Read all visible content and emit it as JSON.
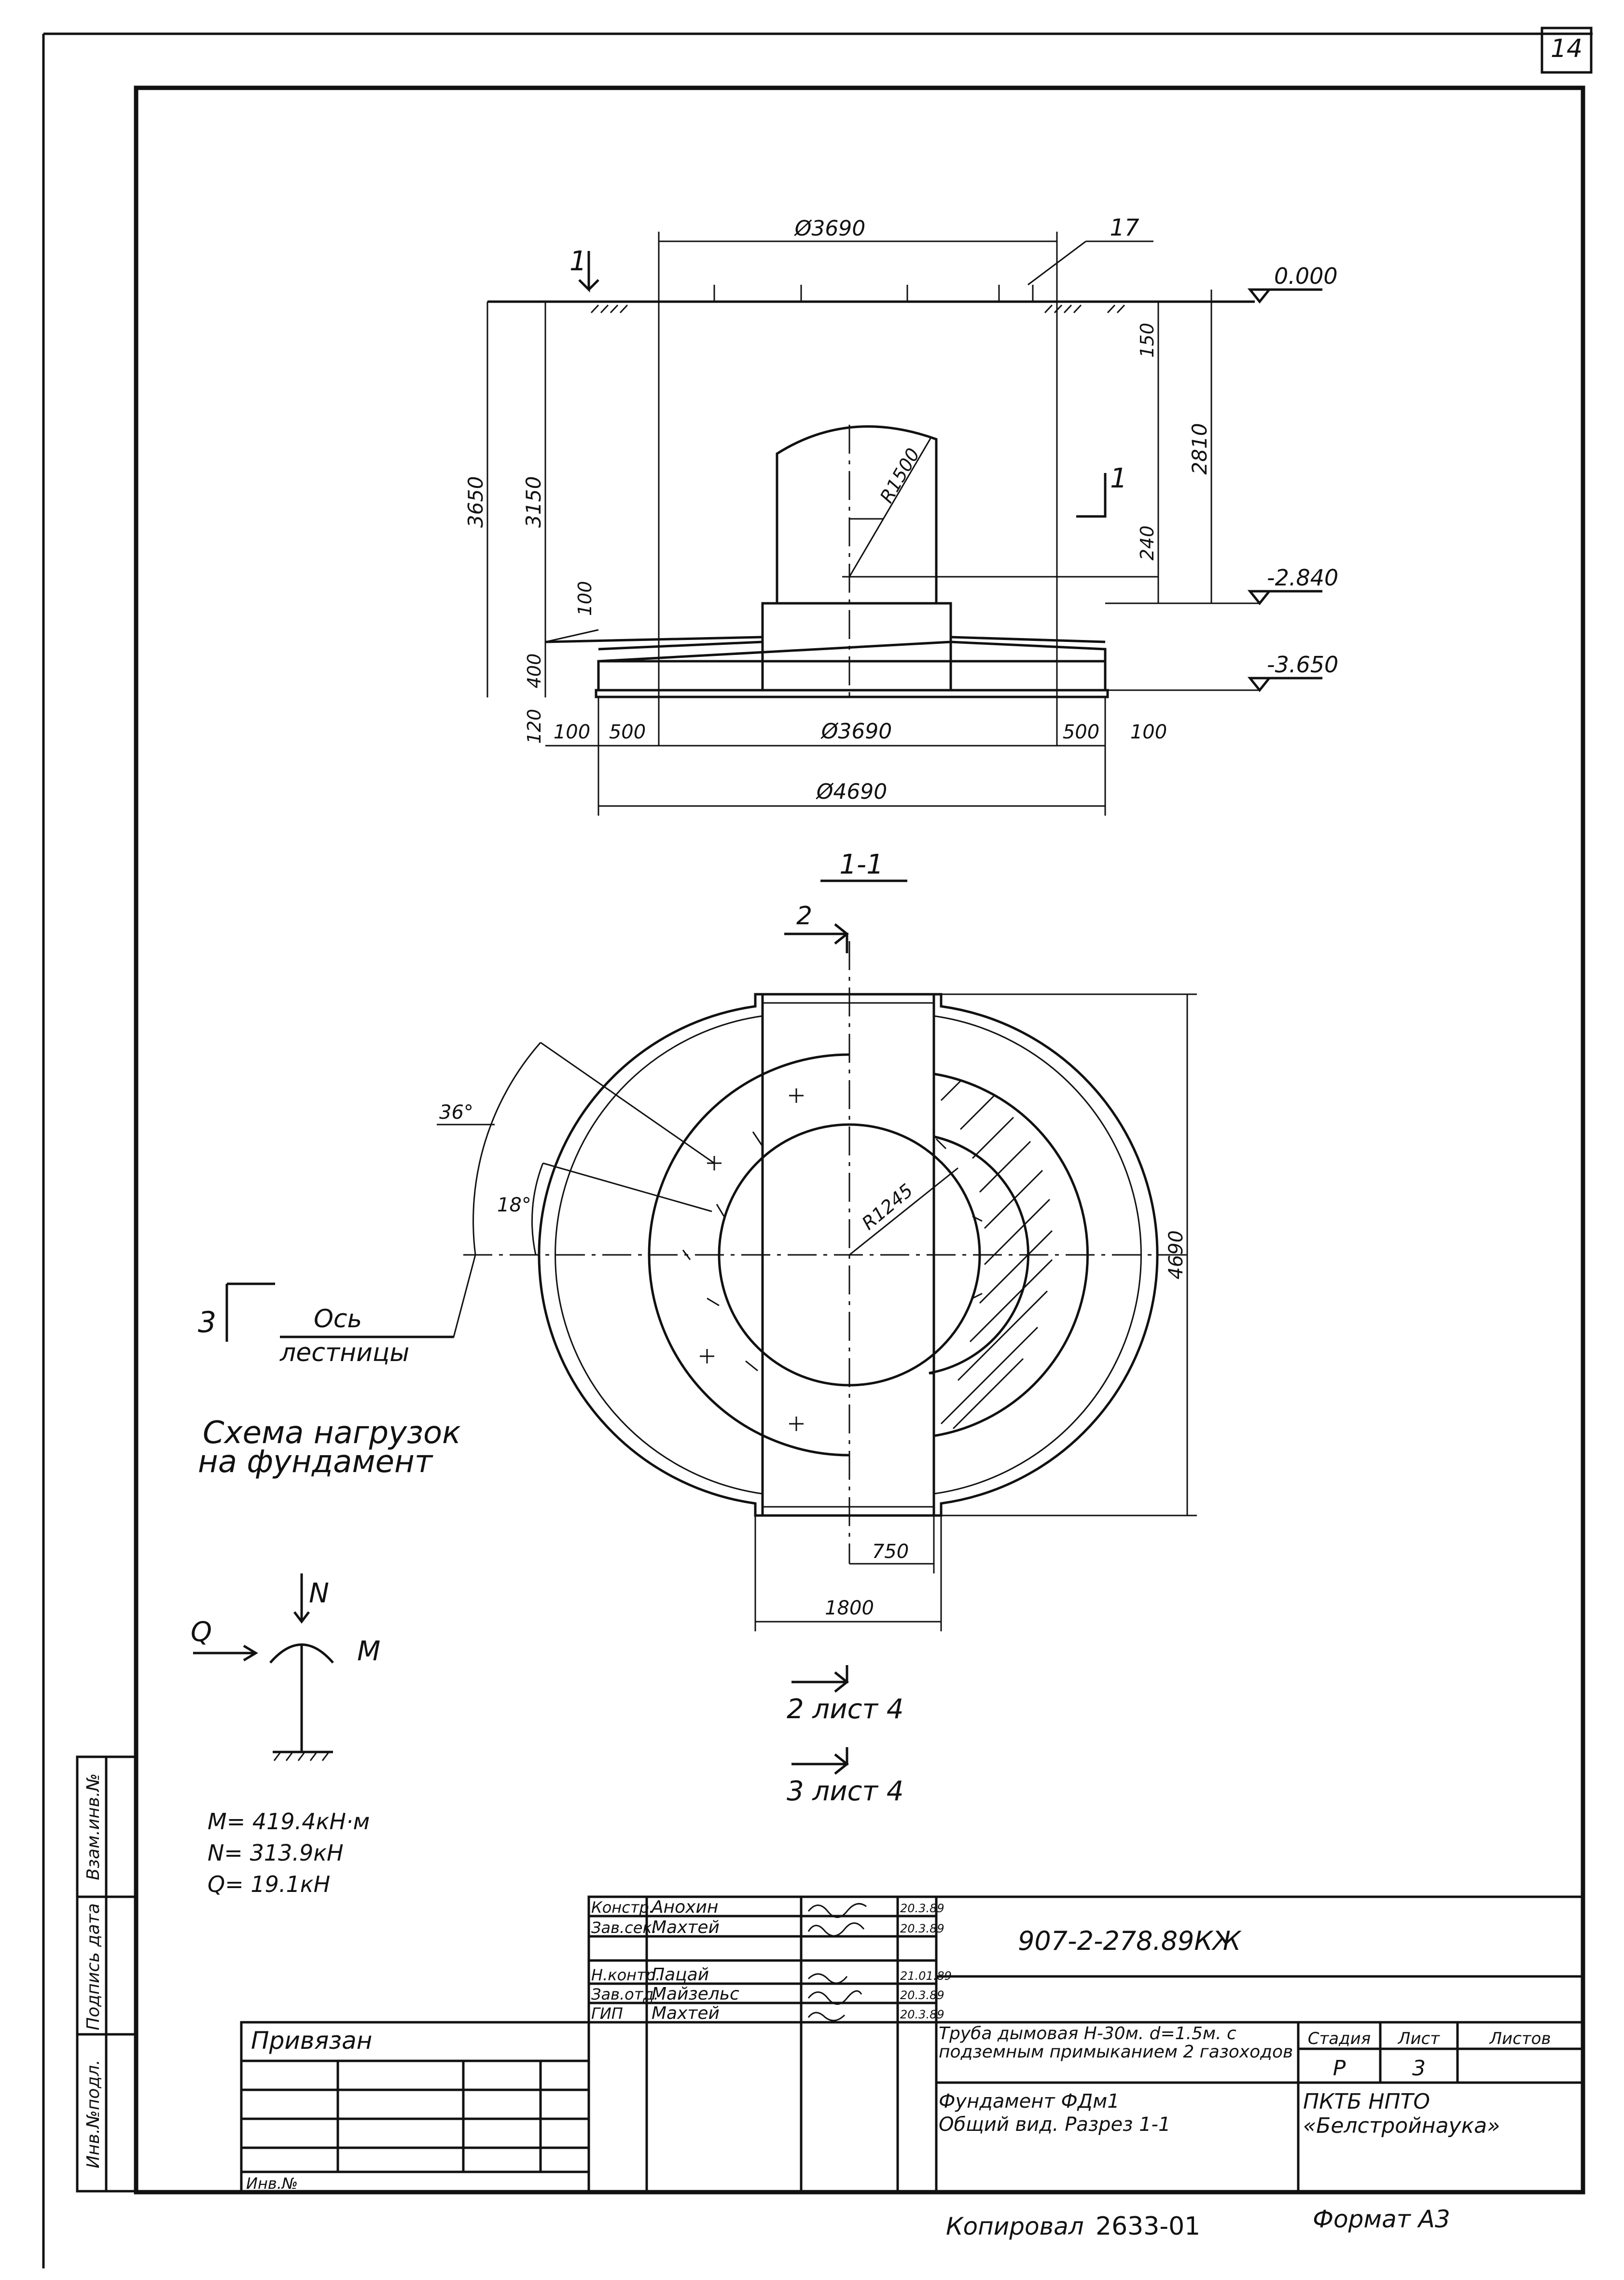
{
  "sheet_number": "14",
  "elevation": {
    "top_diameter": "Ø3690",
    "callout": "17",
    "level_0": "0.000",
    "level_2840": "-2.840",
    "level_3650": "-3.650",
    "section_mark": "1",
    "dim_3650": "3650",
    "dim_3150": "3150",
    "dim_100_left": "100",
    "dim_400": "400",
    "dim_120": "120",
    "dim_150": "150",
    "dim_2810": "2810",
    "dim_240": "240",
    "radius": "R1500",
    "bottom_dims": [
      "100",
      "500",
      "Ø3690",
      "500",
      "100"
    ],
    "overall_diameter": "Ø4690"
  },
  "plan": {
    "title": "1-1",
    "mark_2_top": "2",
    "angle_36": "36°",
    "angle_18": "18°",
    "mark_3": "3",
    "axis_label_1": "Ось",
    "axis_label_2": "лестницы",
    "radius": "R1245",
    "dim_4690": "4690",
    "dim_750": "750",
    "dim_1800": "1800",
    "ref_2": "2 лист 4",
    "ref_3": "3 лист 4"
  },
  "loads": {
    "title_1": "Схема нагрузок",
    "title_2": "на фундамент",
    "N": "N",
    "Q": "Q",
    "M": "M",
    "M_value": "M= 419.4кН·м",
    "N_value": "N= 313.9кН",
    "Q_value": "Q= 19.1кН"
  },
  "side_stamp": [
    "Инв.№подл.",
    "Подпись дата",
    "Взам.инв.№"
  ],
  "title_block": {
    "code": "907-2-278.89КЖ",
    "roles": [
      "Констр.",
      "Зав.сек.",
      "",
      "Н.контр.",
      "Зав.отд.",
      "ГИП"
    ],
    "names": [
      "Анохин",
      "Махтей",
      "",
      "Пацай",
      "Майзельс",
      "Махтей"
    ],
    "dates": [
      "20.3.89",
      "20.3.89",
      "",
      "21.01.89",
      "20.3.89",
      "20.3.89"
    ],
    "project_title": "Труба дымовая Н-30м. d=1.5м. с подземным примыканием 2 газоходов",
    "stage_header": "Стадия",
    "sheet_header": "Лист",
    "sheets_header": "Листов",
    "stage": "Р",
    "sheet": "3",
    "drawing_name": "Фундамент ФДм1 Общий вид. Разрез 1-1",
    "org": "ПКТБ НПТО «Белстройнаука»",
    "privyazan": "Привязан",
    "inv_no": "Инв.№"
  },
  "footer": {
    "copied": "Копировал",
    "number": "2633-01",
    "format": "Формат А3"
  }
}
